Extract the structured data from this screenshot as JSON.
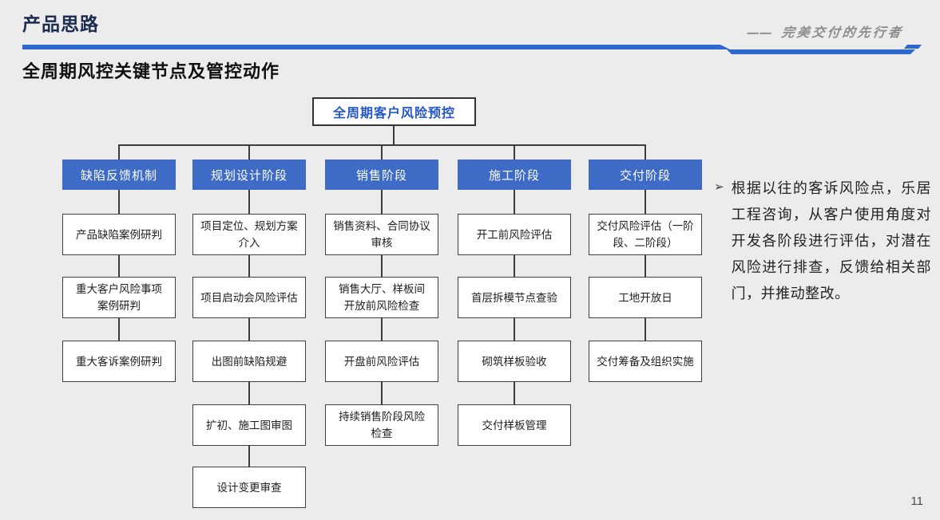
{
  "slide": {
    "title": "产品思路",
    "brand_dash": "——",
    "brand": "完美交付的先行者",
    "subtitle": "全周期风控关键节点及管控动作",
    "page_number": "11"
  },
  "chart": {
    "root": "全周期客户风险预控",
    "columns": [
      {
        "header": "缺陷反馈机制",
        "items": [
          "产品缺陷案例研判",
          "重大客户风险事项\n案例研判",
          "重大客诉案例研判"
        ]
      },
      {
        "header": "规划设计阶段",
        "items": [
          "项目定位、规划方案\n介入",
          "项目启动会风险评估",
          "出图前缺陷规避",
          "扩初、施工图审图",
          "设计变更审查"
        ]
      },
      {
        "header": "销售阶段",
        "items": [
          "销售资料、合同协议\n审核",
          "销售大厅、样板间\n开放前风险检查",
          "开盘前风险评估",
          "持续销售阶段风险\n检查"
        ]
      },
      {
        "header": "施工阶段",
        "items": [
          "开工前风险评估",
          "首层拆模节点查验",
          "砌筑样板验收",
          "交付样板管理"
        ]
      },
      {
        "header": "交付阶段",
        "items": [
          "交付风险评估（一阶\n段、二阶段）",
          "工地开放日",
          "交付筹备及组织实施"
        ]
      }
    ]
  },
  "note": {
    "bullet": "➢",
    "text": "根据以往的客诉风险点，乐居工程咨询，从客户使用角度对开发各阶段进行评估，对潜在风险进行排查，反馈给相关部门，并推动整改。"
  },
  "colors": {
    "accent_blue": "#3d6bc6",
    "rule_blue": "#2e68ce",
    "title_navy": "#1b2c50",
    "root_text_blue": "#2356c8",
    "background": "#ececed",
    "connector": "#3c3c3c"
  }
}
